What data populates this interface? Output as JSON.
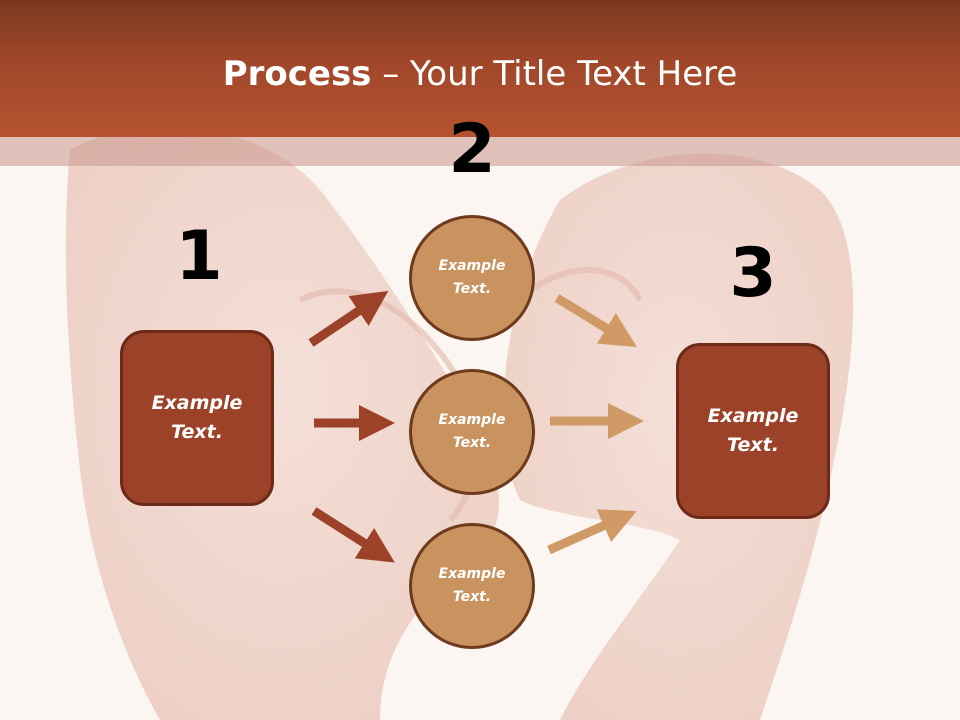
{
  "title": {
    "bold": "Process",
    "rest": " – Your Title Text Here"
  },
  "step_numbers": [
    "1",
    "2",
    "3"
  ],
  "left_box": {
    "line1": "Example",
    "line2": "Text."
  },
  "right_box": {
    "line1": "Example",
    "line2": "Text."
  },
  "circles": [
    {
      "line1": "Example",
      "line2": "Text."
    },
    {
      "line1": "Example",
      "line2": "Text."
    },
    {
      "line1": "Example",
      "line2": "Text."
    }
  ],
  "colors": {
    "header": "#a0472a",
    "box_fill": "#9c4229",
    "circle_fill": "#c9935f",
    "arrow_dark": "#9c4229",
    "arrow_light": "#c9935f"
  }
}
